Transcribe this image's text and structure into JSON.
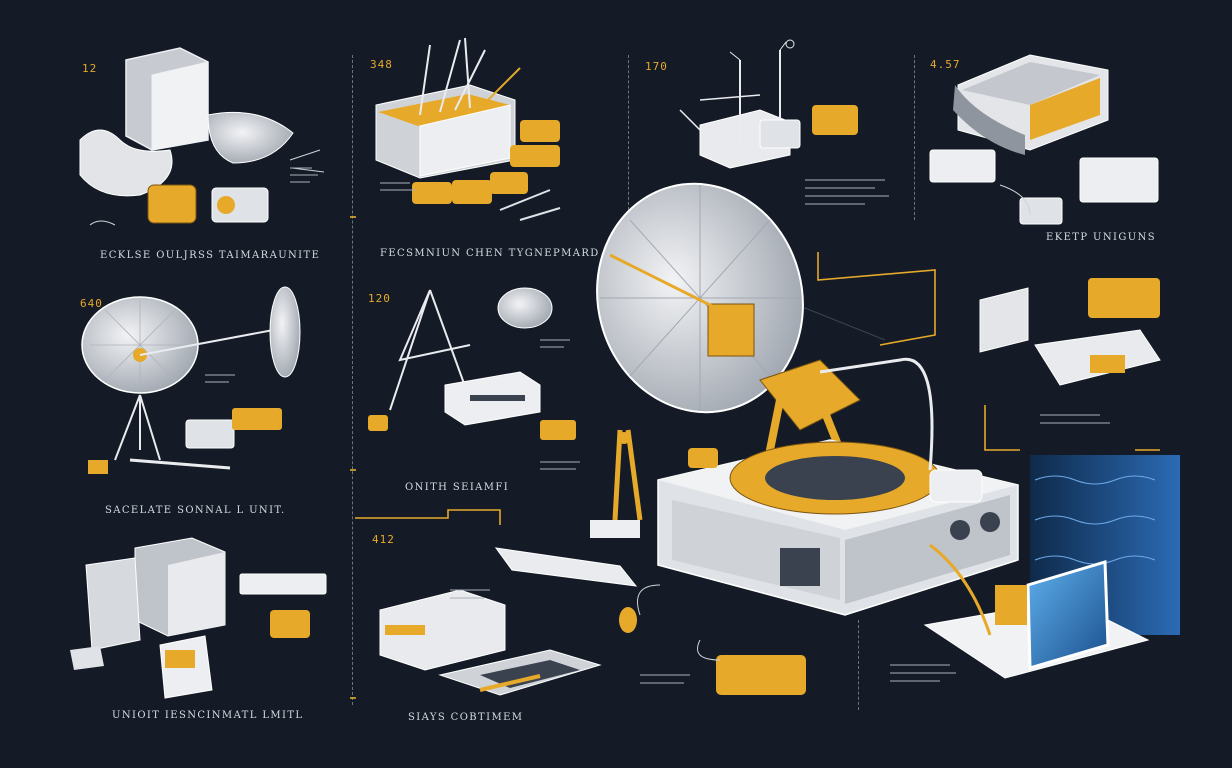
{
  "colors": {
    "background": "#141b26",
    "accent": "#e6a92a",
    "sketch": "#e9ebef",
    "screen": "#2d7fd1"
  },
  "panels": [
    {
      "number": "12",
      "caption": "ECKLSE OULJRSS TAIMARAUNITE"
    },
    {
      "number": "348",
      "caption": "FECSMNIUN CHEN TYGNEPMARD"
    },
    {
      "number": "170",
      "caption": ""
    },
    {
      "number": "4.57",
      "caption": "EKETP UNIGUNS"
    },
    {
      "number": "640",
      "caption": "SACELATE SONNAL L UNIT."
    },
    {
      "number": "120",
      "caption": "ONITH SEIAMFI"
    },
    {
      "number": "",
      "caption": "UNIOIT IESNCINMATL LMITL"
    },
    {
      "number": "412",
      "caption": "SIAYS COBTIMEM"
    }
  ]
}
